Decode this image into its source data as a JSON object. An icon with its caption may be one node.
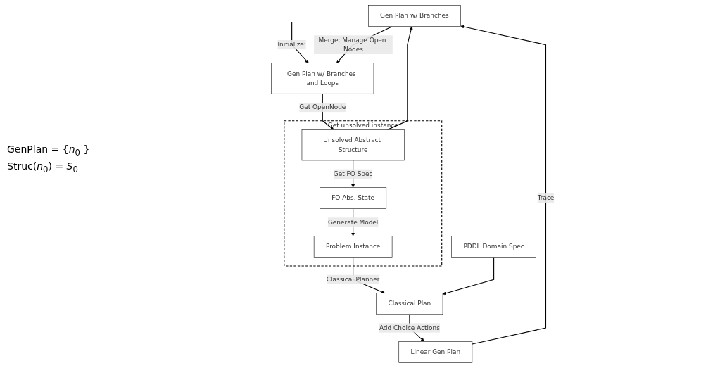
{
  "diagram": {
    "nodes": [
      {
        "text": [
          "Gen Plan w/ Branches"
        ]
      },
      {
        "text": [
          "Get unsolved instance"
        ]
      },
      {
        "text": [
          "Unsolved Abstract Structure"
        ],
        "in": 1
      },
      {
        "text": [
          "FO Abs. State"
        ],
        "in": 1
      },
      {
        "text": [
          "Problem Instance"
        ],
        "in": 1
      },
      {
        "text": [
          "Gen Plan w/ Branches and Loops"
        ]
      },
      {
        "text": [
          "Classical Plan"
        ]
      },
      {
        "text": [
          "Linear Gen Plan"
        ]
      },
      {
        "text": [
          "PDDL Domain Spec"
        ]
      }
    ],
    "edges": [
      {
        "from": null,
        "to": 5,
        "arrow": "to",
        "label": "Initialize:"
      },
      {
        "from": 5,
        "to": 2,
        "arrow": "to",
        "label": "Get OpenNode"
      },
      {
        "from": 2,
        "to": 3,
        "arrow": "to",
        "label": "Get FO Spec"
      },
      {
        "from": 3,
        "to": 4,
        "arrow": "to",
        "label": "Generate Model"
      },
      {
        "from": 4,
        "to": 6,
        "arrow": "to",
        "label": "Classical Planner"
      },
      {
        "from": 8,
        "to": 6,
        "arrow": "to"
      },
      {
        "from": 6,
        "to": 7,
        "arrow": "to",
        "label": "Add Choice Actions"
      },
      {
        "from": 7,
        "to": 0,
        "arrow": "to",
        "label": "Trace"
      },
      {
        "from": 2,
        "to": 0,
        "arrow": "to"
      },
      {
        "from": 0,
        "to": 5,
        "arrow": "to",
        "label": "Merge; Manage Open Nodes"
      }
    ],
    "labels": [
      "GenPlan = {*n*$_{0}$ }",
      "Struc(*n*$_{0}$) = *S*$_{0}$"
    ]
  }
}
